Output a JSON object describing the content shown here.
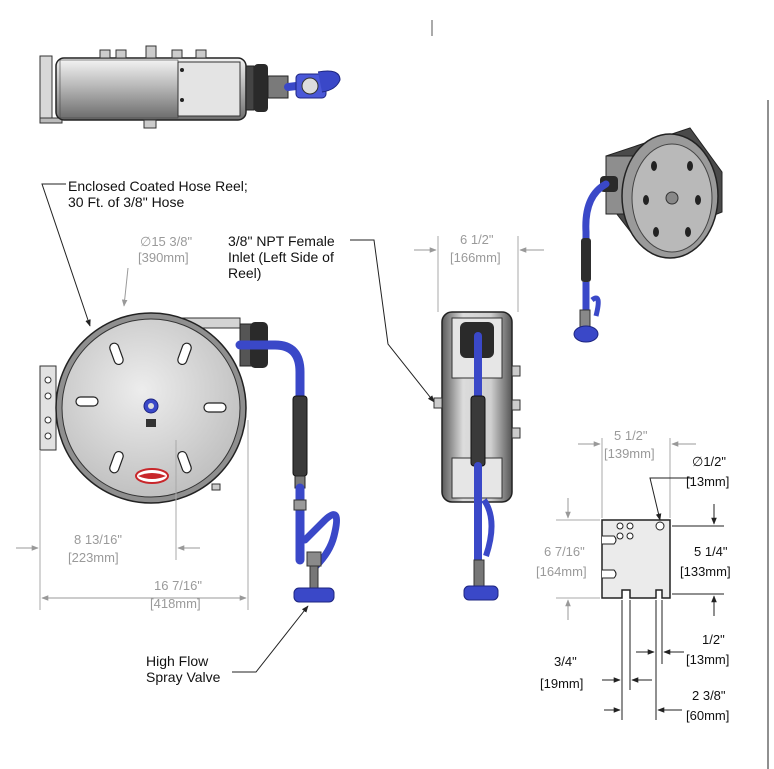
{
  "header_text": "",
  "callouts": {
    "reel_line1": "Enclosed Coated Hose Reel;",
    "reel_line2": "30 Ft. of 3/8\" Hose",
    "inlet_line1": "3/8\" NPT Female",
    "inlet_line2": "Inlet (Left Side of",
    "inlet_line3": "Reel)",
    "valve_line1": "High Flow",
    "valve_line2": "Spray Valve"
  },
  "dims_front": {
    "diameter_in": "∅15 3/8\"",
    "diameter_mm": "[390mm]",
    "offset_in": "8 13/16\"",
    "offset_mm": "[223mm]",
    "width_in": "16 7/16\"",
    "width_mm": "[418mm]"
  },
  "dims_side": {
    "depth_in": "6 1/2\"",
    "depth_mm": "[166mm]"
  },
  "dims_bracket": {
    "width_in": "5 1/2\"",
    "width_mm": "[139mm]",
    "hole_in": "∅1/2\"",
    "hole_mm": "[13mm]",
    "height_in": "6 7/16\"",
    "height_mm": "[164mm]",
    "spacing_in": "5 1/4\"",
    "spacing_mm": "[133mm]",
    "slot_in": "1/2\"",
    "slot_mm": "[13mm]",
    "edge_in": "3/4\"",
    "edge_mm": "[19mm]",
    "pitch_in": "2 3/8\"",
    "pitch_mm": "[60mm]"
  },
  "colors": {
    "hose": "#3a48c8",
    "body": "#c8c8c8",
    "dark": "#2a2a2a",
    "accent_red": "#c8262a"
  }
}
